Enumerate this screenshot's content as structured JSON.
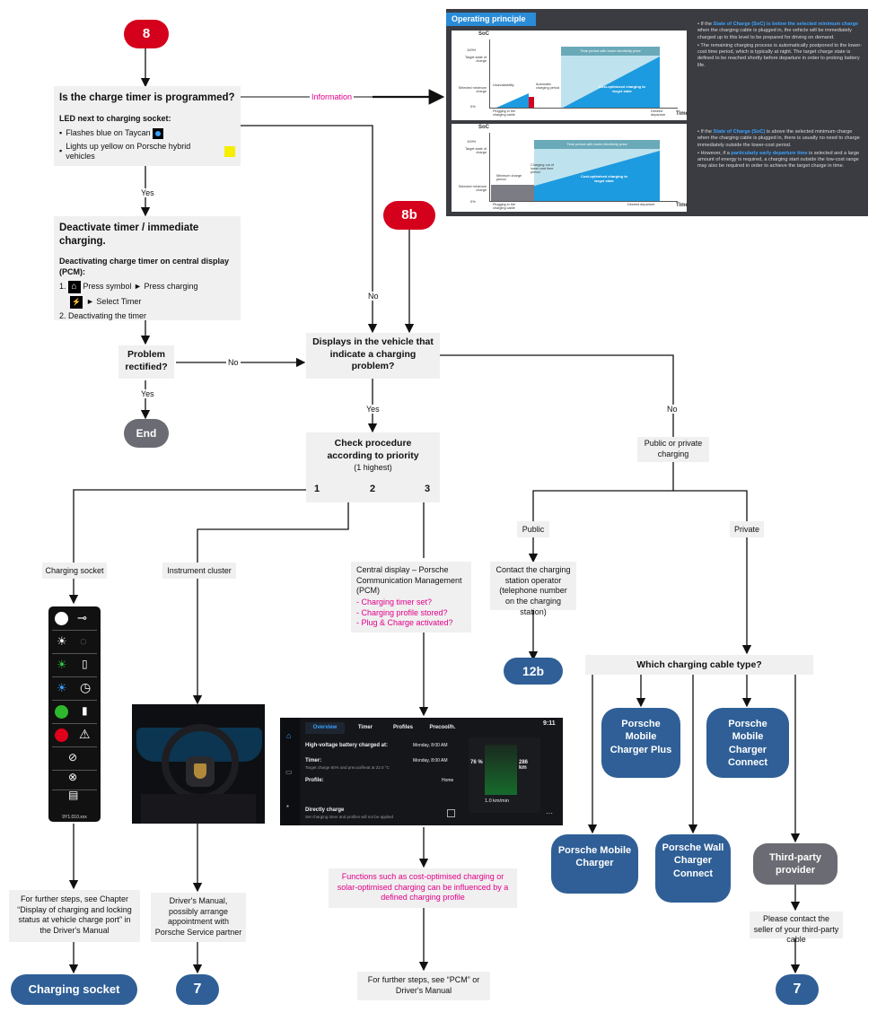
{
  "badges": {
    "step8": "8",
    "step8b": "8b",
    "step12b": "12b",
    "step7a": "7",
    "step7b": "7",
    "end": "End"
  },
  "timer_box": {
    "title": "Is the charge timer is programmed?",
    "led_heading": "LED next to charging socket:",
    "led_taycan": "Flashes blue on Taycan",
    "led_hybrid": "Lights up yellow on Porsche hybrid vehicles"
  },
  "info_label": "Information",
  "deactivate_box": {
    "title": "Deactivate timer / immediate charging.",
    "subheading": "Deactivating charge timer on central display (PCM):",
    "step1a": "Press symbol ► Press charging",
    "step1b": "► Select Timer",
    "step1_num": "1.",
    "step2": "2. Deactivating the timer"
  },
  "problem_box": "Problem rectified?",
  "displays_box": "Displays in the vehicle that indicate a charging problem?",
  "check_box": {
    "title": "Check procedure according to priority",
    "sub": "(1 highest)"
  },
  "priority": [
    "1",
    "2",
    "3"
  ],
  "public_private": "Public or private charging",
  "public": "Public",
  "private": "Private",
  "contact_operator": "Contact the charging station operator (telephone number on the charging station)",
  "cable_type": "Which charging cable type?",
  "chargers": {
    "mobile_plus": "Porsche Mobile Charger Plus",
    "connect": "Porsche Mobile Charger Connect",
    "mobile": "Porsche Mobile Charger",
    "wall": "Porsche Wall Charger Connect",
    "third": "Third-party provider"
  },
  "labels": {
    "yes1": "Yes",
    "no1": "No",
    "no2": "No",
    "yes2": "Yes",
    "yes3": "Yes",
    "no3": "No"
  },
  "charging_socket_label": "Charging socket",
  "instrument_cluster_label": "Instrument cluster",
  "central_display": {
    "title": "Central display – Porsche Communication Management (PCM)",
    "items": [
      "-   Charging timer set?",
      "-   Charging profile stored?",
      "-   Plug & Charge activated?"
    ]
  },
  "socket_caption": "9Y1.010.xxx",
  "functions_note": "Functions such as cost-optimised charging or solar-optimised charging can be influenced by a defined charging profile",
  "further_socket": "For further steps, see Chapter “Display of charging and locking status at vehicle charge port” in the Driver's Manual",
  "drivers_manual": "Driver's Manual, possibly arrange appointment with Porsche Service partner",
  "further_pcm": "For further steps, see “PCM” or Driver's Manual",
  "contact_seller": "Please contact the seller of your third-party cable",
  "charging_socket_pill": "Charging socket",
  "operating": {
    "title": "Operating principle",
    "soc": "SoC",
    "time": "Time",
    "p100": "100%",
    "p0": "0%",
    "target": "Target state of charge",
    "selected_min": "Selected minimum charge",
    "period": "Time period with lower electricity price",
    "unavail": "Unavailability",
    "auto_period": "Automatic charging period",
    "cost_opt": "Cost-optimised charging to target state",
    "plugging": "Plugging in the charging cable",
    "departure": "Desired departure",
    "chart2_plugging_out": "Charging out of lower cost time period",
    "chart2_min_period": "Minimum charge period",
    "bullets1": [
      {
        "pre": "If the ",
        "hl": "State of Charge (SoC) is below the selected minimum charge",
        "post": " when the charging cable is plugged in, the vehicle will be immediately charged up to this level to be prepared for driving on demand."
      },
      {
        "pre": "The remaining charging process is automatically postponed to the lower-cost time period, which is typically at night. The target charge state is defined to be reached shortly before departure in order to prolong battery life.",
        "hl": "",
        "post": ""
      }
    ],
    "bullets2": [
      {
        "pre": "If the ",
        "hl": "State of Charge (SoC)",
        "post": " is above the selected minimum charge when the charging cable is plugged in, there is usually no need to charge immediately outside the lower-cost period."
      },
      {
        "pre": "However, if a ",
        "hl": "particularly early departure time",
        "post": " is selected and a large amount of energy is required, a charging start outside the low-cost range may also be required in order to achieve the target charge in time."
      }
    ]
  },
  "pcm_screen": {
    "tabs": [
      "Overview",
      "Timer",
      "Profiles",
      "Precool/h."
    ],
    "time": "9:11",
    "hv_label": "High-voltage battery charged at:",
    "hv_value": "Monday, 8:00 AM",
    "timer_label": "Timer:",
    "timer_value": "Monday, 8:00 AM",
    "timer_sub": "Target charge 80% and precool/heat at 22.0 °C",
    "profile_label": "Profile:",
    "profile_value": "Home",
    "direct_label": "Directly charge",
    "direct_sub": "Set charging timer and profiles will not be applied",
    "soc": "76 %",
    "range": "286 km",
    "rate": "1.0 km/min"
  }
}
